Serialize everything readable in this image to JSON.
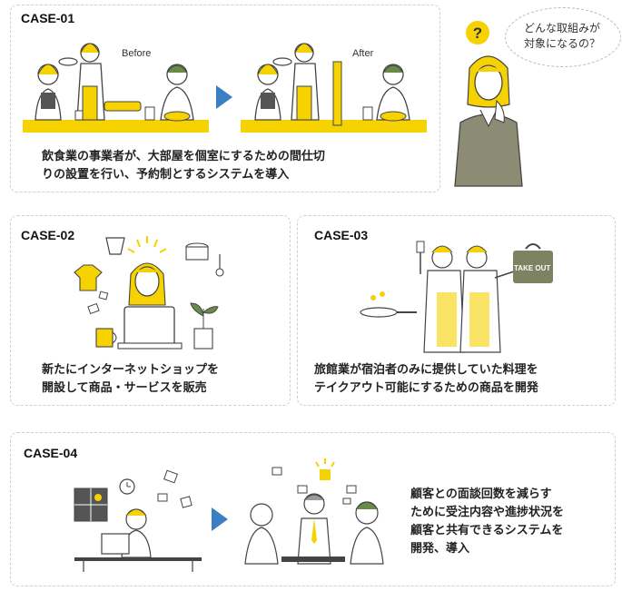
{
  "cases": [
    {
      "label": "CASE-01",
      "before_label": "Before",
      "after_label": "After",
      "description_line1": "飲食業の事業者が、大部屋を個室にするための間仕切",
      "description_line2": "りの設置を行い、予約制とするシステムを導入"
    },
    {
      "label": "CASE-02",
      "description_line1": "新たにインターネットショップを",
      "description_line2": "開設して商品・サービスを販売"
    },
    {
      "label": "CASE-03",
      "takeout_label": "TAKE OUT",
      "description_line1": "旅館業が宿泊者のみに提供していた料理を",
      "description_line2": "テイクアウト可能にするための商品を開発"
    },
    {
      "label": "CASE-04",
      "description_line1": "顧客との面談回数を減らす",
      "description_line2": "ために受注内容や進捗状況を",
      "description_line3": "顧客と共有できるシステムを",
      "description_line4": "開発、導入"
    }
  ],
  "question": {
    "icon": "question-mark",
    "line1": "どんな取組みが",
    "line2": "対象になるの？"
  },
  "colors": {
    "accent_yellow": "#f5d200",
    "arrow_blue": "#3a7fc4",
    "card_border": "#cfcfcf",
    "takeout_bag": "#7d8362"
  }
}
